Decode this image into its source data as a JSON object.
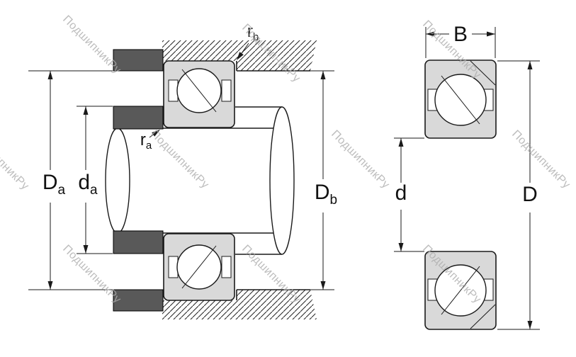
{
  "watermark": {
    "text": "ПодшипникРу"
  },
  "left_view": {
    "labels": {
      "Da": {
        "main": "D",
        "sub": "a"
      },
      "da": {
        "main": "d",
        "sub": "a"
      },
      "ra": {
        "main": "r",
        "sub": "a"
      },
      "rb": {
        "main": "r",
        "sub": "b"
      },
      "Db": {
        "main": "D",
        "sub": "b"
      }
    }
  },
  "right_view": {
    "labels": {
      "B": "B",
      "d": "d",
      "D": "D"
    }
  },
  "colors": {
    "line": "#1a1a1a",
    "bearing_fill": "#d9d9d9",
    "spacer_fill": "#595959",
    "watermark": "#adadad",
    "background": "#ffffff"
  }
}
